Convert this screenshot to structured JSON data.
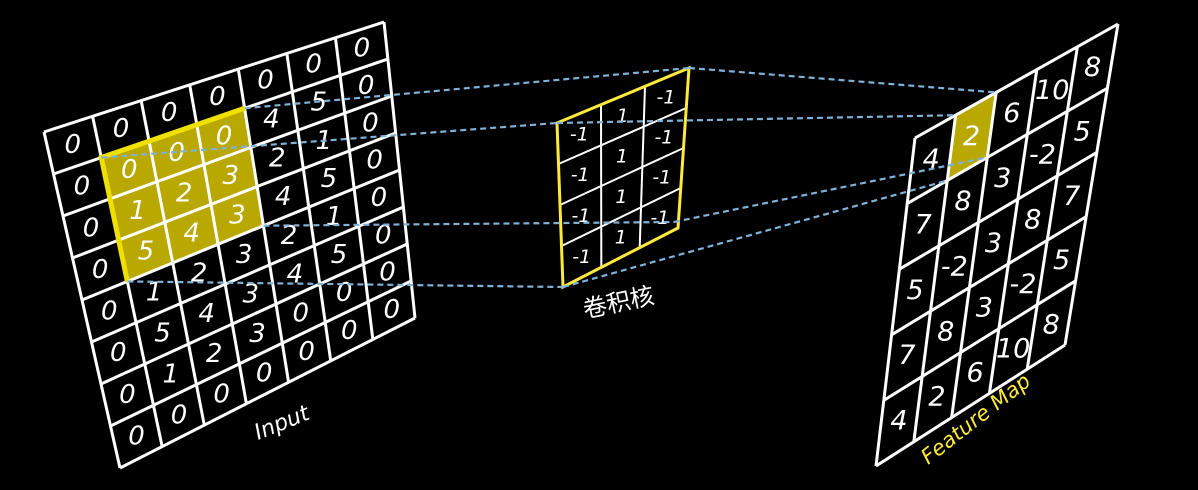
{
  "colors": {
    "background": "#000000",
    "grid": "#ffffff",
    "highlight_fill": "#b8a800",
    "highlight_edge": "#f0e000",
    "kernel_border": "#ffe93a",
    "dash": "#7fb2d9",
    "label_white": "#ffffff",
    "label_yellow": "#ffe93a"
  },
  "input": {
    "label": "Input",
    "grid": [
      [
        "0",
        "0",
        "0",
        "0",
        "0",
        "0",
        "0"
      ],
      [
        "0",
        "0",
        "0",
        "0",
        "4",
        "5",
        "0"
      ],
      [
        "0",
        "1",
        "2",
        "3",
        "2",
        "1",
        "0"
      ],
      [
        "0",
        "5",
        "4",
        "3",
        "4",
        "5",
        "0"
      ],
      [
        "0",
        "1",
        "2",
        "3",
        "2",
        "1",
        "0"
      ],
      [
        "0",
        "5",
        "4",
        "3",
        "4",
        "5",
        "0"
      ],
      [
        "0",
        "1",
        "2",
        "3",
        "0",
        "0",
        "0"
      ],
      [
        "0",
        "0",
        "0",
        "0",
        "0",
        "0",
        "0"
      ]
    ],
    "highlight_rows": [
      1,
      3
    ],
    "highlight_cols": [
      1,
      3
    ]
  },
  "kernel": {
    "label": "卷积核",
    "grid": [
      [
        "-1",
        "1",
        "-1"
      ],
      [
        "-1",
        "1",
        "-1"
      ],
      [
        "-1",
        "1",
        "-1"
      ],
      [
        "-1",
        "1",
        "-1"
      ]
    ]
  },
  "feature_map": {
    "label": "Feature Map",
    "grid": [
      [
        "4",
        "2",
        "6",
        "10",
        "8"
      ],
      [
        "7",
        "8",
        "3",
        "-2",
        "5"
      ],
      [
        "5",
        "-2",
        "3",
        "8",
        "7"
      ],
      [
        "7",
        "8",
        "3",
        "-2",
        "5"
      ],
      [
        "4",
        "2",
        "6",
        "10",
        "8"
      ]
    ],
    "highlight_row": 0,
    "highlight_col": 1
  }
}
